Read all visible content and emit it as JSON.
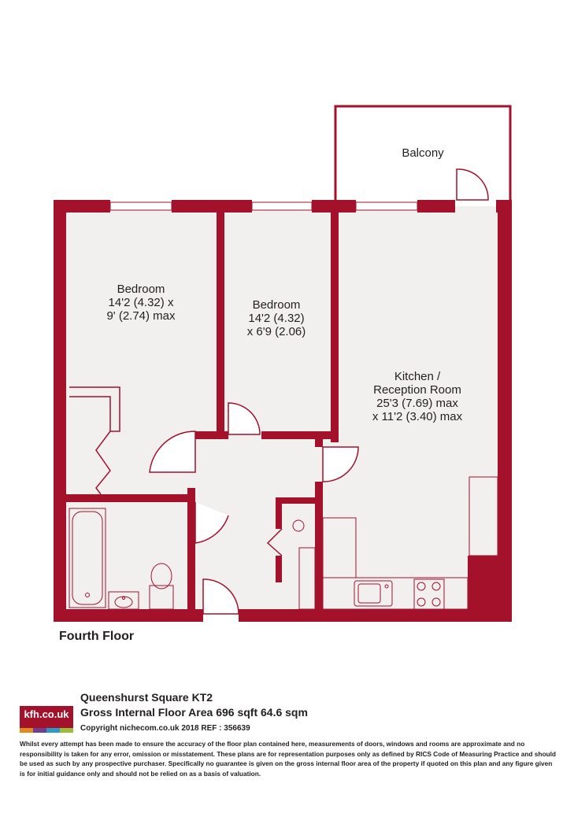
{
  "plan": {
    "floor_label": "Fourth Floor",
    "rooms": {
      "balcony": {
        "name": "Balcony"
      },
      "bedroom1": {
        "line1": "Bedroom",
        "line2": "14'2 (4.32) x",
        "line3": "9' (2.74) max"
      },
      "bedroom2": {
        "line1": "Bedroom",
        "line2": "14'2 (4.32)",
        "line3": "x 6'9 (2.06)"
      },
      "kitchen": {
        "line1": "Kitchen /",
        "line2": "Reception Room",
        "line3": "25'3 (7.69) max",
        "line4": "x 11'2 (3.40) max"
      }
    }
  },
  "colors": {
    "wall": "#a3112b",
    "floor": "#f2f0ef",
    "line": "#a3112b"
  },
  "footer": {
    "logo_text": "kfh.co.uk",
    "logo_stripe_colors": [
      "#e08a1e",
      "#6c3f8f",
      "#2a9ac9",
      "#9bbb3b"
    ],
    "address": "Queenshurst Square  KT2",
    "area": "Gross Internal Floor Area 696 sqft 64.6 sqm",
    "copyright": "Copyright nichecom.co.uk 2018 REF : 356639",
    "disclaimer": "Whilst every attempt has been made to ensure the accuracy of the floor plan contained here, measurements of doors, windows and rooms are approximate and no responsibility is taken for any error, omission or misstatement.  These plans are for representation purposes only as defined by RICS Code of Measuring Practice and should be used as such by any prospective purchaser.  Specifically no guarantee is given on the gross internal floor area of the property if quoted on this plan and any figure given is for initial guidance only and should not be relied on as a basis of valuation."
  }
}
